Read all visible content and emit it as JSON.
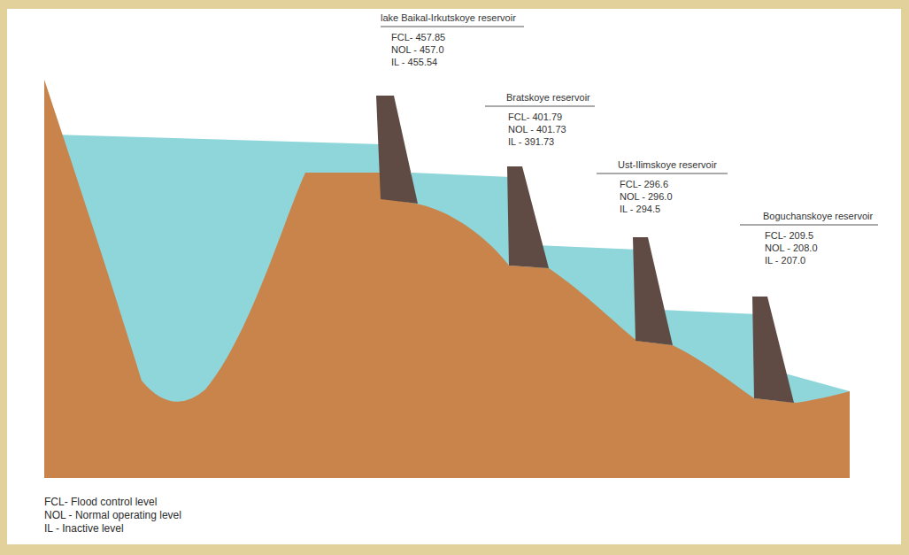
{
  "diagram": {
    "labels": [
      "lake Baikal-Irkutskoye reservoir",
      "FCL- 457.85",
      "NOL - 457.0",
      "IL - 455.54",
      "Bratskoye reservoir",
      "FCL- 401.79",
      "NOL - 401.73",
      "IL - 391.73",
      "Ust-Ilimskoye reservoir",
      "FCL- 296.6",
      "NOL - 296.0",
      "IL - 294.5",
      "Boguchanskoye reservoir",
      "FCL- 209.5",
      "NOL - 208.0",
      "IL - 207.0",
      "FCL- Flood control level",
      "NOL - Normal operating level",
      "IL - Inactive level"
    ]
  }
}
